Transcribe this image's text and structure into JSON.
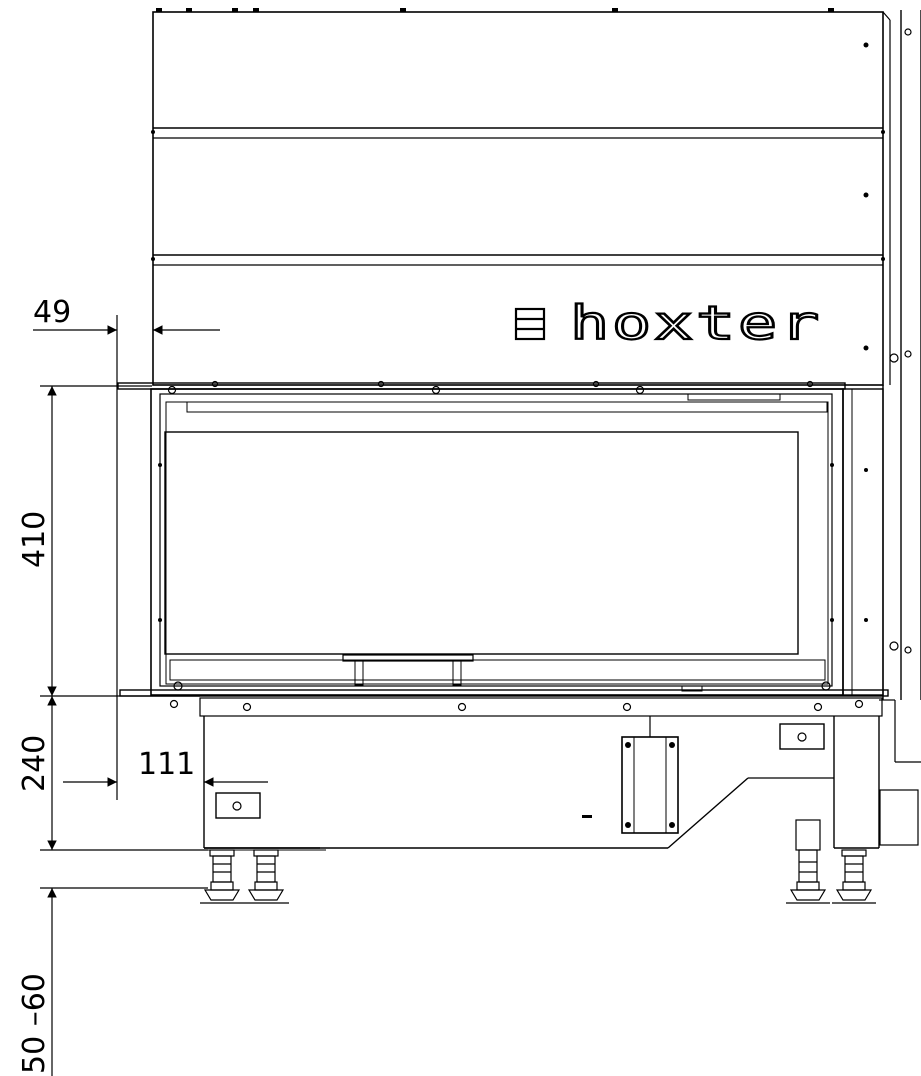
{
  "brand": {
    "name": "hoxter",
    "logo_icon": "triple-bar-logo-icon"
  },
  "dimensions": {
    "side_offset": "49",
    "firebox_height": "410",
    "base_offset": "111",
    "base_height": "240",
    "feet_height": "50 –60"
  },
  "colors": {
    "line": "#000000",
    "background": "#ffffff"
  }
}
